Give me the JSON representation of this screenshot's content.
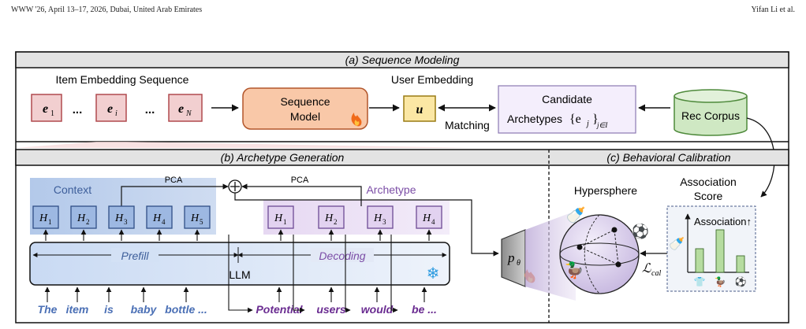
{
  "header": {
    "left": "WWW '26, April 13–17, 2026, Dubai, United Arab Emirates",
    "right": "Yifan Li et al."
  },
  "panel_a": {
    "title": "(a) Sequence Modeling",
    "item_seq_label": "Item Embedding Sequence",
    "e1": "e",
    "e1_sub": "1",
    "ei": "e",
    "ei_sub": "i",
    "eN": "e",
    "eN_sub": "N",
    "dots": "...",
    "seq_model_line1": "Sequence",
    "seq_model_line2": "Model",
    "user_emb_label": "User Embedding",
    "u": "u",
    "matching": "Matching",
    "cand_line1": "Candidate",
    "cand_line2": "Archetypes",
    "cand_set": "{e",
    "cand_set_sub": "j",
    "cand_set_close": "}",
    "cand_set_index": "j∈I",
    "rec_corpus": "Rec Corpus"
  },
  "panel_b": {
    "title": "(b) Archetype Generation",
    "context": "Context",
    "archetype": "Archetype",
    "pca_left": "PCA",
    "pca_right": "PCA",
    "plus": "+",
    "ctx_tokens": [
      {
        "h": "H",
        "sub": "1"
      },
      {
        "h": "H",
        "sub": "2"
      },
      {
        "h": "H",
        "sub": "3"
      },
      {
        "h": "H",
        "sub": "4"
      },
      {
        "h": "H",
        "sub": "5"
      }
    ],
    "arc_tokens": [
      {
        "h": "H",
        "sub": "1"
      },
      {
        "h": "H",
        "sub": "2"
      },
      {
        "h": "H",
        "sub": "3"
      },
      {
        "h": "H",
        "sub": "4"
      }
    ],
    "prefill": "Prefill",
    "decoding": "Decoding",
    "llm": "LLM",
    "snowflake": "❄",
    "input_words": [
      "The",
      "item",
      "is",
      "baby",
      "bottle ..."
    ],
    "output_words": [
      "Potential",
      "users",
      "would",
      "be ..."
    ],
    "ptheta": "p",
    "ptheta_sub": "θ"
  },
  "panel_c": {
    "title": "(c) Behavioral Calibration",
    "hypersphere": "Hypersphere",
    "assoc_line1": "Association",
    "assoc_line2": "Score",
    "chart_label": "Association↑",
    "lcal": "ℒ",
    "lcal_sub": "cal",
    "ball": "⚽",
    "duck": "🦆",
    "bottle": "🍼",
    "shirt": "👕"
  },
  "colors": {
    "panel_header": "#e3e3e3",
    "item_box": "#f2cfd0",
    "item_box_border": "#b04a4f",
    "seq_model": "#f9c8a8",
    "u_box": "#fbe7a4",
    "cand_box": "#f4eefc",
    "rec_corpus": "#cfe8c3",
    "context_bg": "#bcd0ec",
    "archetype_bg": "#ece0f5",
    "llm_bar": "#dce8f7",
    "input_word": "#4a6fb5",
    "output_word": "#6a2c91",
    "bar_green": "#b6dca0"
  }
}
